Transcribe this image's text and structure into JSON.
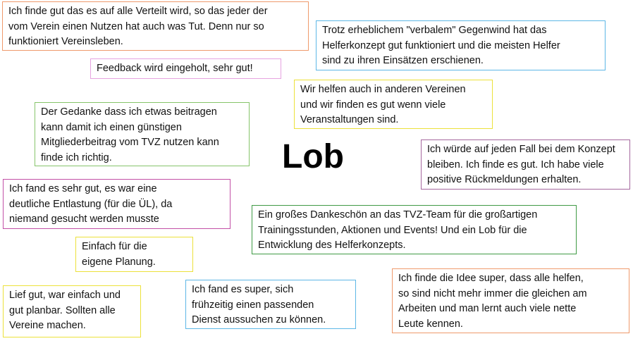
{
  "title": "Lob",
  "colors": {
    "orange": "#ef9a6c",
    "pink": "#e6a3e0",
    "blue": "#5db7e6",
    "yellow": "#ece13a",
    "green": "#86c46a",
    "purple": "#a5679e",
    "magenta": "#c24fa6",
    "darkgreen": "#3f9a45"
  },
  "notes": [
    {
      "text": "Ich finde gut das es auf alle Verteilt wird, so das jeder der\nvom Verein einen Nutzen hat auch was Tut. Denn nur so\nfunktioniert Vereinsleben."
    },
    {
      "text": "Feedback wird eingeholt, sehr gut!"
    },
    {
      "text": "Trotz erheblichem \"verbalem\" Gegenwind hat das\nHelferkonzept gut funktioniert und die meisten Helfer\nsind zu ihren Einsätzen erschienen."
    },
    {
      "text": "Wir helfen auch in anderen Vereinen\nund wir finden es gut wenn viele\nVeranstaltungen sind."
    },
    {
      "text": "Der Gedanke dass ich etwas beitragen\nkann damit ich einen günstigen\nMitgliederbeitrag vom TVZ nutzen kann\nfinde ich richtig."
    },
    {
      "text": "Ich würde auf jeden Fall bei dem Konzept\nbleiben. Ich finde es gut. Ich habe viele\npositive Rückmeldungen erhalten."
    },
    {
      "text": "Ich fand  es sehr gut, es war eine\ndeutliche Entlastung (für die ÜL), da\nniemand gesucht werden musste"
    },
    {
      "text": "Ein großes Dankeschön an das TVZ-Team für die großartigen\nTrainingsstunden, Aktionen und Events! Und ein Lob für die\nEntwicklung des Helferkonzepts."
    },
    {
      "text": "Einfach für die\neigene Planung."
    },
    {
      "text": "Lief gut, war einfach und\ngut planbar. Sollten alle\nVereine machen."
    },
    {
      "text": "Ich fand es super, sich\nfrühzeitig einen passenden\nDienst aussuchen zu können."
    },
    {
      "text": "Ich finde die Idee super, dass alle helfen,\nso sind nicht mehr immer die gleichen am\nArbeiten und man lernt auch viele nette\nLeute kennen."
    }
  ]
}
